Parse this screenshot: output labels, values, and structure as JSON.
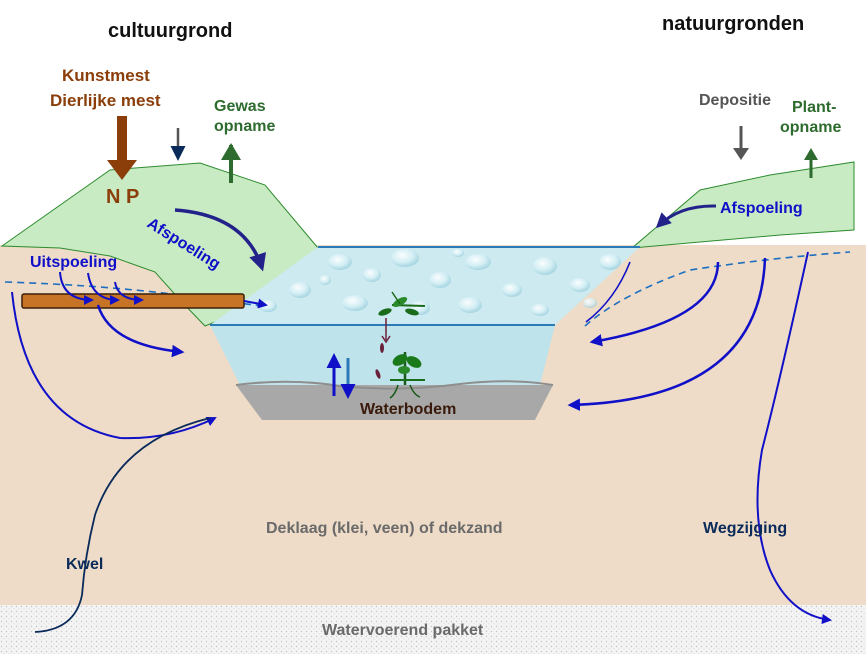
{
  "titles": {
    "left": "cultuurgrond",
    "right": "natuurgronden"
  },
  "inputs": {
    "fertilizer": "Kunstmest",
    "manure": "Dierlijke mest",
    "nutrients": "N P",
    "crop_uptake_line1": "Gewas",
    "crop_uptake_line2": "opname",
    "deposition": "Depositie",
    "plant_uptake_line1": "Plant-",
    "plant_uptake_line2": "opname"
  },
  "processes": {
    "runoff_left": "Afspoeling",
    "runoff_right": "Afspoeling",
    "leaching": "Uitspoeling",
    "seepage": "Kwel",
    "infiltration": "Wegzijging"
  },
  "layers": {
    "sediment": "Waterbodem",
    "cover": "Deklaag (klei, veen) of dekzand",
    "aquifer": "Watervoerend pakket"
  },
  "colors": {
    "manure_brown": "#8B3E0A",
    "crop_green": "#2E6B2E",
    "process_blue": "#1010C8",
    "label_navy": "#0A2A5A",
    "soil": "#EEDCC8",
    "field": "#C8EBC4",
    "water": "#BFE3EA",
    "sediment": "#A8A8A8"
  }
}
